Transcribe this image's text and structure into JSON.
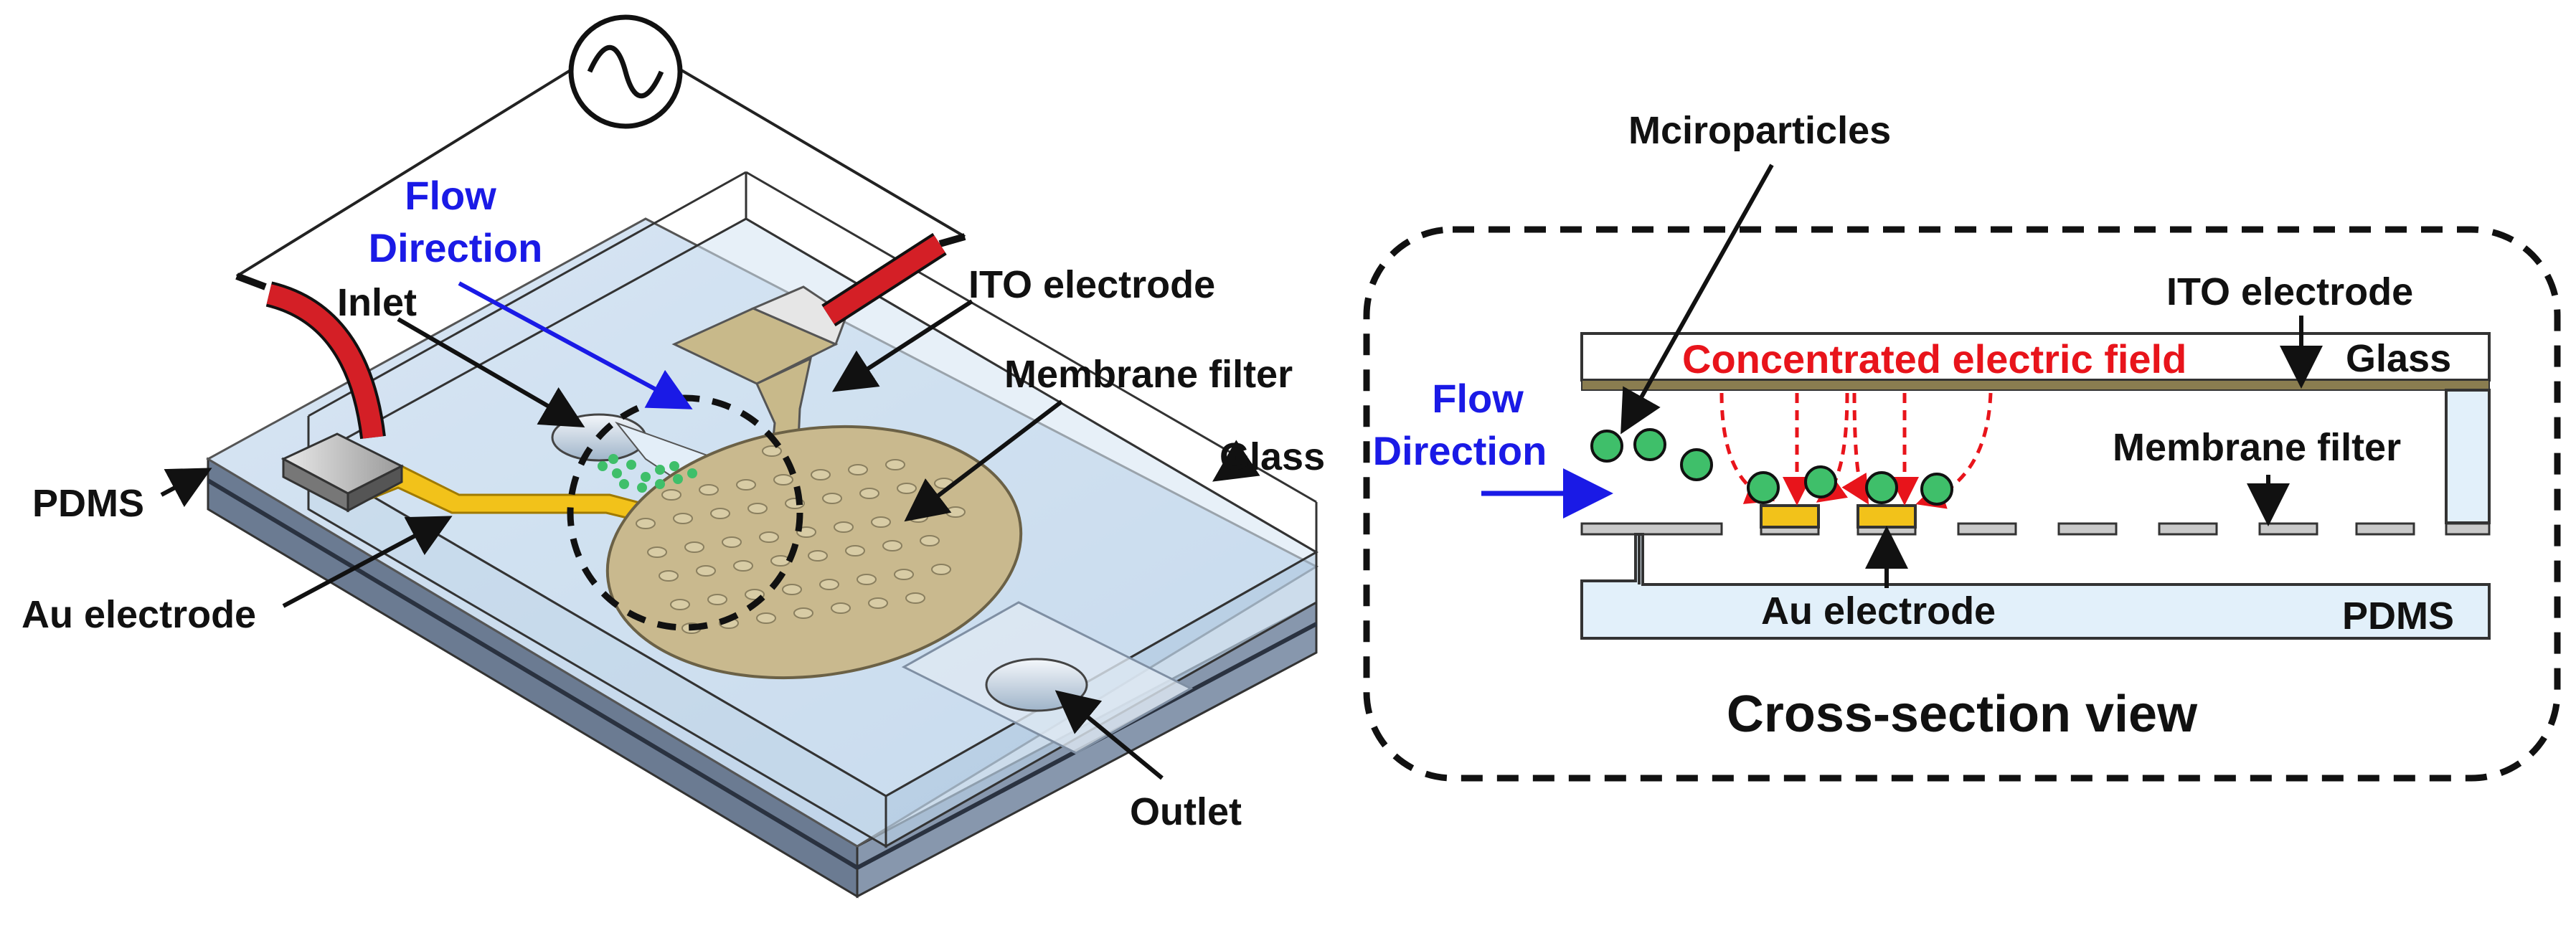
{
  "colors": {
    "glass": "#c9dcef",
    "glass_edge": "#8fa9c4",
    "pdms_side": "#5f6f86",
    "gold": "#f2c21a",
    "membrane": "#c9b98e",
    "particle": "#3fbf6a",
    "flow": "#1a1ae6",
    "field": "#e8141b",
    "ito_pad": "#c8b98a",
    "wire_red": "#d41f26",
    "cross_pdms": "#e2f0fa",
    "ito_layer": "#8a7d50"
  },
  "icons": {
    "ac_source": "ac-source-icon"
  },
  "device": {
    "flow_direction_line1": "Flow",
    "flow_direction_line2": "Direction",
    "inlet": "Inlet",
    "ito_electrode": "ITO electrode",
    "membrane_filter": "Membrane filter",
    "glass": "Glass",
    "pdms": "PDMS",
    "au_electrode": "Au electrode",
    "outlet": "Outlet"
  },
  "cross_section": {
    "microparticles": "Mciroparticles",
    "ito_electrode": "ITO electrode",
    "concentrated_field": "Concentrated electric field",
    "glass": "Glass",
    "flow_direction_line1": "Flow",
    "flow_direction_line2": "Direction",
    "membrane_filter": "Membrane filter",
    "au_electrode": "Au electrode",
    "pdms": "PDMS",
    "title": "Cross-section view"
  }
}
